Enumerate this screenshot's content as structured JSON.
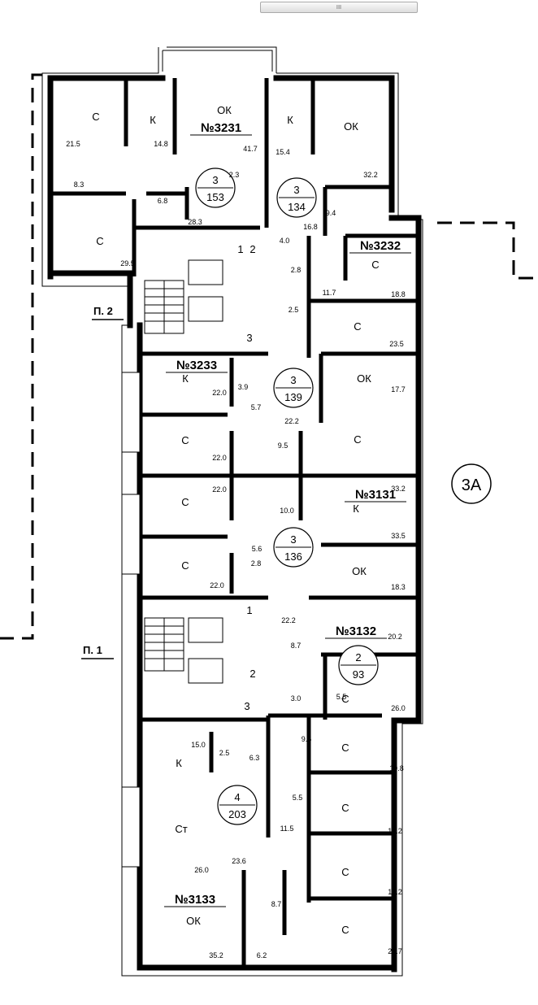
{
  "scrollbar": {
    "grip_label": "III"
  },
  "plan": {
    "section_label": "3А",
    "stair_labels": [
      "П. 2",
      "П. 1"
    ],
    "apartments": [
      {
        "number": "№3231",
        "rooms": "3",
        "area": "153"
      },
      {
        "number": "№3232",
        "rooms": "3",
        "area": "134"
      },
      {
        "number": "№3233",
        "rooms": "3",
        "area": "139"
      },
      {
        "number": "№3131",
        "rooms": "3",
        "area": "136"
      },
      {
        "number": "№3132",
        "rooms": "2",
        "area": "93"
      },
      {
        "number": "№3133",
        "rooms": "4",
        "area": "203"
      }
    ],
    "room_labels": [
      "С",
      "К",
      "ОК",
      "К",
      "ОК",
      "С",
      "С",
      "С",
      "К",
      "ОК",
      "С",
      "С",
      "С",
      "К",
      "С",
      "ОК",
      "С",
      "С",
      "К",
      "Ст",
      "С",
      "С",
      "ОК",
      "С"
    ],
    "area_labels": [
      "21.5",
      "14.8",
      "41.7",
      "15.4",
      "32.2",
      "8.3",
      "2.3",
      "6.8",
      "9.4",
      "28.3",
      "16.8",
      "4.0",
      "29.5",
      "2.8",
      "18.8",
      "11.7",
      "2.5",
      "23.5",
      "3.9",
      "22.0",
      "17.7",
      "5.7",
      "22.2",
      "9.5",
      "22.0",
      "33.2",
      "22.0",
      "10.0",
      "33.5",
      "5.6",
      "2.8",
      "22.0",
      "18.3",
      "22.2",
      "20.2",
      "8.7",
      "3.0",
      "5.5",
      "26.0",
      "9.5",
      "15.0",
      "2.5",
      "6.3",
      "19.8",
      "5.5",
      "11.5",
      "19.2",
      "23.6",
      "26.0",
      "19.2",
      "8.7",
      "35.2",
      "6.2",
      "24.7"
    ],
    "elevator_labels": [
      "1",
      "2",
      "3",
      "1",
      "2",
      "3"
    ]
  }
}
